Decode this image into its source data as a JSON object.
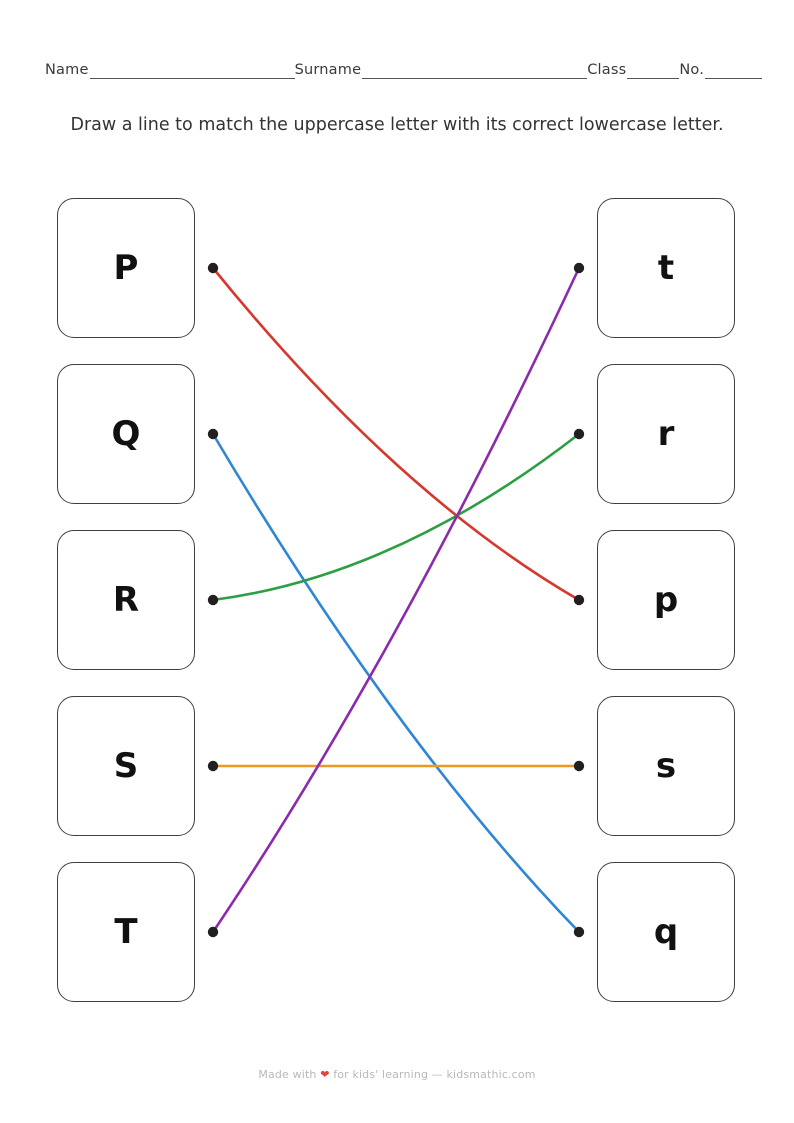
{
  "header": {
    "fields": [
      {
        "label": "Name",
        "value": ""
      },
      {
        "label": "Surname",
        "value": ""
      },
      {
        "label": "Class",
        "value": ""
      },
      {
        "label": "No.",
        "value": ""
      }
    ]
  },
  "instruction": "Draw a line to match the uppercase letter with its correct lowercase letter.",
  "exercise": {
    "left_column": [
      {
        "letter": "P",
        "dot_color": "#231f20"
      },
      {
        "letter": "Q",
        "dot_color": "#231f20"
      },
      {
        "letter": "R",
        "dot_color": "#231f20"
      },
      {
        "letter": "S",
        "dot_color": "#231f20"
      },
      {
        "letter": "T",
        "dot_color": "#231f20"
      }
    ],
    "right_column": [
      {
        "letter": "t",
        "dot_color": "#231f20"
      },
      {
        "letter": "r",
        "dot_color": "#231f20"
      },
      {
        "letter": "p",
        "dot_color": "#231f20"
      },
      {
        "letter": "s",
        "dot_color": "#231f20"
      },
      {
        "letter": "q",
        "dot_color": "#231f20"
      }
    ],
    "connections": [
      {
        "from": "P",
        "to": "p",
        "from_row": 0,
        "to_row": 2,
        "color": "#d5382f",
        "curve": "sag"
      },
      {
        "from": "Q",
        "to": "q",
        "from_row": 1,
        "to_row": 4,
        "color": "#2e86d4",
        "curve": "sag"
      },
      {
        "from": "R",
        "to": "r",
        "from_row": 2,
        "to_row": 1,
        "color": "#2e9e45",
        "curve": "sag"
      },
      {
        "from": "S",
        "to": "s",
        "from_row": 3,
        "to_row": 3,
        "color": "#e89b20",
        "curve": "straight"
      },
      {
        "from": "T",
        "to": "t",
        "from_row": 4,
        "to_row": 0,
        "color": "#8b2bac",
        "curve": "sag"
      }
    ]
  },
  "footer": {
    "prefix": "Made with",
    "heart": "❤",
    "suffix": "for kids' learning — kidsmathic.com"
  }
}
